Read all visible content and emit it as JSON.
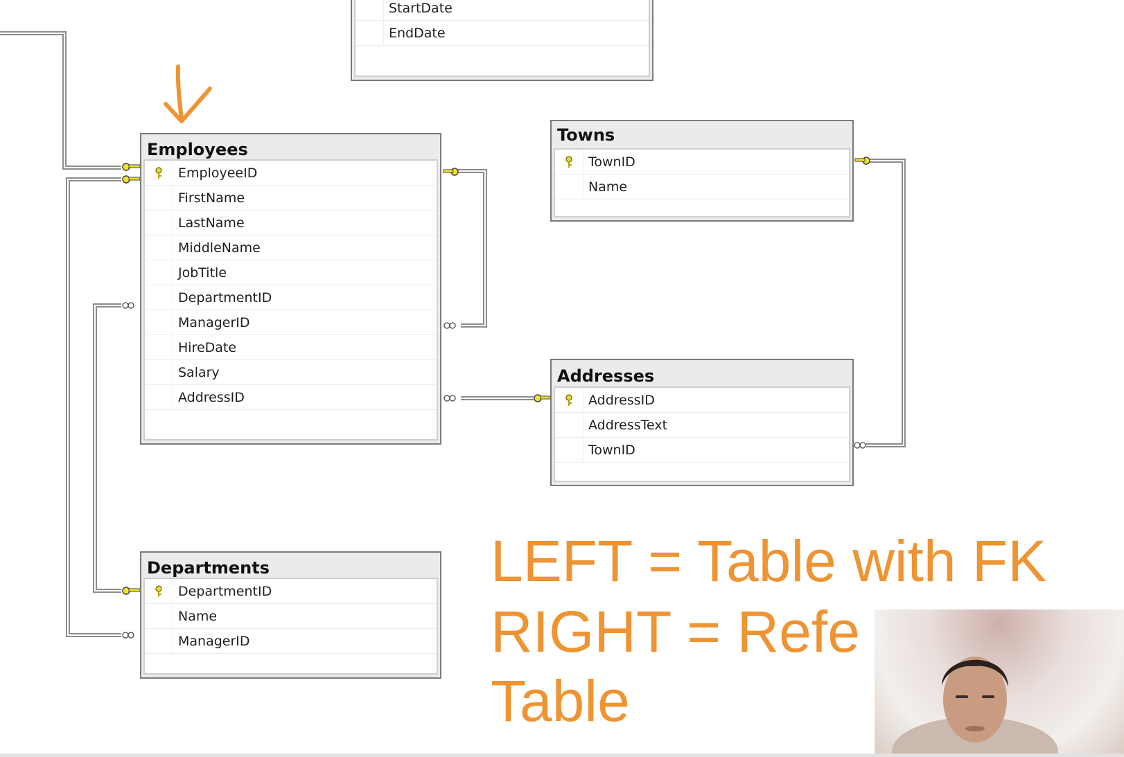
{
  "tables": {
    "projects": {
      "columns": [
        {
          "name": "StartDate",
          "pk": false
        },
        {
          "name": "EndDate",
          "pk": false
        }
      ]
    },
    "employees": {
      "title": "Employees",
      "columns": [
        {
          "name": "EmployeeID",
          "pk": true
        },
        {
          "name": "FirstName",
          "pk": false
        },
        {
          "name": "LastName",
          "pk": false
        },
        {
          "name": "MiddleName",
          "pk": false
        },
        {
          "name": "JobTitle",
          "pk": false
        },
        {
          "name": "DepartmentID",
          "pk": false
        },
        {
          "name": "ManagerID",
          "pk": false
        },
        {
          "name": "HireDate",
          "pk": false
        },
        {
          "name": "Salary",
          "pk": false
        },
        {
          "name": "AddressID",
          "pk": false
        }
      ]
    },
    "towns": {
      "title": "Towns",
      "columns": [
        {
          "name": "TownID",
          "pk": true
        },
        {
          "name": "Name",
          "pk": false
        }
      ]
    },
    "addresses": {
      "title": "Addresses",
      "columns": [
        {
          "name": "AddressID",
          "pk": true
        },
        {
          "name": "AddressText",
          "pk": false
        },
        {
          "name": "TownID",
          "pk": false
        }
      ]
    },
    "departments": {
      "title": "Departments",
      "columns": [
        {
          "name": "DepartmentID",
          "pk": true
        },
        {
          "name": "Name",
          "pk": false
        },
        {
          "name": "ManagerID",
          "pk": false
        }
      ]
    }
  },
  "annotation": {
    "line1": "LEFT = Table with FK",
    "line2": "RIGHT = Refe",
    "line3": "Table"
  },
  "colors": {
    "annotation": "#ee9433",
    "key": "#f2e52a",
    "connector": "#8c8c8c"
  },
  "icons": [
    "primary-key-icon",
    "key-endpoint-icon",
    "infinity-endpoint-icon",
    "arrow-down-annotation"
  ]
}
